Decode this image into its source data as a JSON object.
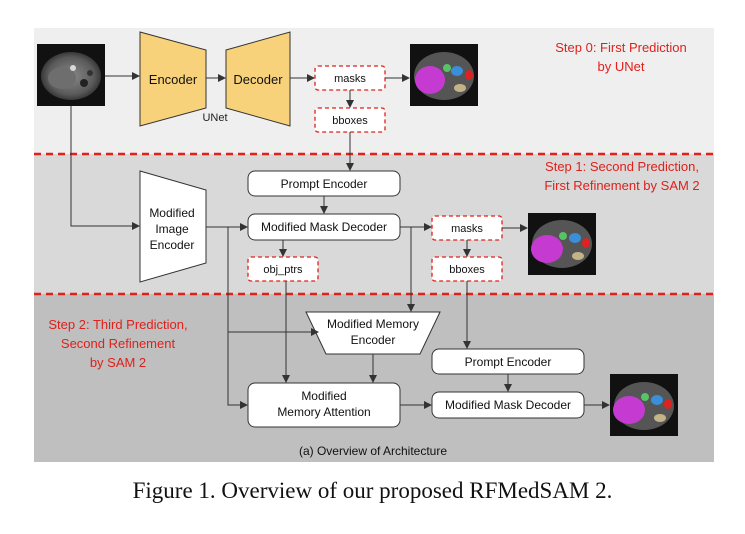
{
  "steps": {
    "step0_line1": "Step 0: First Prediction",
    "step0_line2": "by UNet",
    "step1_line1": "Step 1: Second Prediction,",
    "step1_line2": "First Refinement by SAM 2",
    "step2_line1": "Step 2: Third Prediction,",
    "step2_line2": "Second Refinement",
    "step2_line3": "by SAM 2"
  },
  "unet": {
    "encoder": "Encoder",
    "decoder": "Decoder",
    "label": "UNet"
  },
  "outputs": {
    "masks": "masks",
    "bboxes": "bboxes",
    "obj_ptrs": "obj_ptrs"
  },
  "modules": {
    "image_encoder_line1": "Modified",
    "image_encoder_line2": "Image",
    "image_encoder_line3": "Encoder",
    "prompt_encoder": "Prompt Encoder",
    "mask_decoder": "Modified Mask Decoder",
    "memory_encoder_line1": "Modified Memory",
    "memory_encoder_line2": "Encoder",
    "memory_attention_line1": "Modified",
    "memory_attention_line2": "Memory Attention"
  },
  "subcaption": "(a) Overview of Architecture",
  "caption": "Figure 1. Overview of our proposed RFMedSAM 2.",
  "colors": {
    "trapezoid_fill": "#f7d27a",
    "step_text": "#e0201b",
    "dashed_red": "#e0201b",
    "band0": "#efefef",
    "band1": "#d9d9d9",
    "band2": "#bfbfbf"
  }
}
